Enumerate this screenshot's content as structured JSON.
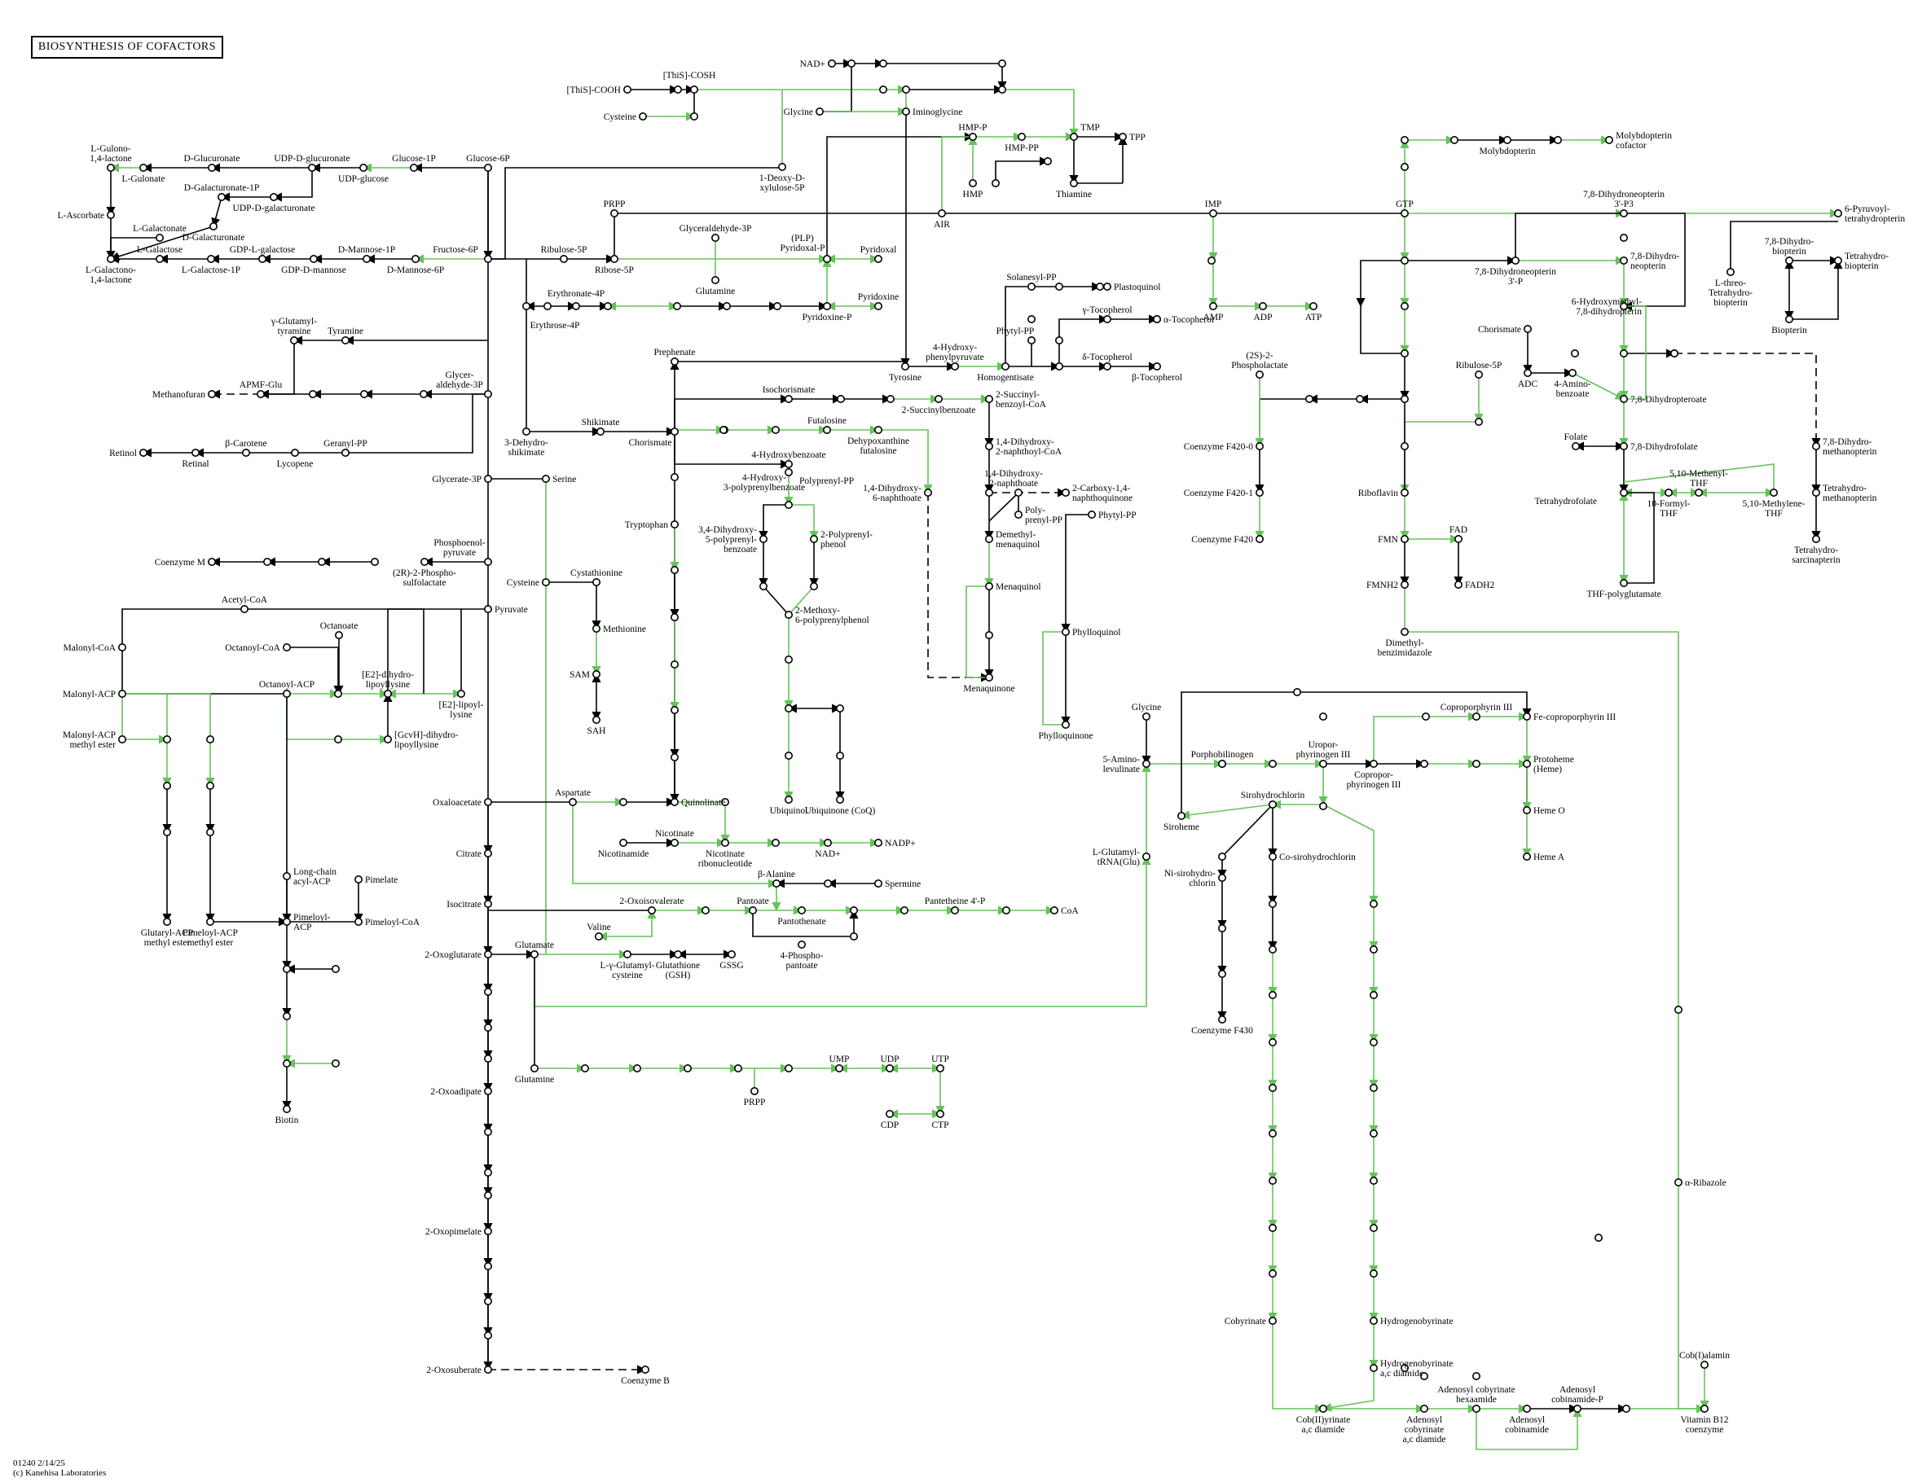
{
  "map": {
    "title": "BIOSYNTHESIS OF COFACTORS",
    "footer_line1": "01240 2/14/25",
    "footer_line2": "(c) Kanehisa Laboratories",
    "colors": {
      "enzyme_present": "#66c25a",
      "reaction": "#000000",
      "node_fill": "#ffffff"
    }
  },
  "nodes": [
    {
      "id": "thiscooh",
      "label": "[ThiS]-COOH"
    },
    {
      "id": "thiscosh",
      "label": "[ThiS]-COSH"
    },
    {
      "id": "cysteine_top",
      "label": "Cysteine"
    },
    {
      "id": "nad_top",
      "label": "NAD+"
    },
    {
      "id": "glycine_top",
      "label": "Glycine"
    },
    {
      "id": "iminoglycine",
      "label": "Iminoglycine"
    },
    {
      "id": "hmpp",
      "label": "HMP-P"
    },
    {
      "id": "hmppp",
      "label": "HMP-PP"
    },
    {
      "id": "hmp",
      "label": "HMP"
    },
    {
      "id": "tmp",
      "label": "TMP"
    },
    {
      "id": "tpp",
      "label": "TPP"
    },
    {
      "id": "thiamine",
      "label": "Thiamine"
    },
    {
      "id": "air",
      "label": "AIR"
    },
    {
      "id": "deoxyxylulose",
      "label": "1-Deoxy-D-\nxylulose-5P"
    },
    {
      "id": "lgulono",
      "label": "L-Gulono-\n1,4-lactone"
    },
    {
      "id": "lgulonate",
      "label": "L-Gulonate"
    },
    {
      "id": "dglucuronate",
      "label": "D-Glucuronate"
    },
    {
      "id": "udpglucuronate",
      "label": "UDP-D-glucuronate"
    },
    {
      "id": "udpglucose",
      "label": "UDP-glucose"
    },
    {
      "id": "glucose1p",
      "label": "Glucose-1P"
    },
    {
      "id": "glucose6p",
      "label": "Glucose-6P"
    },
    {
      "id": "dgalacturonate1p",
      "label": "D-Galacturonate-1P"
    },
    {
      "id": "udpgalacturonate",
      "label": "UDP-D-galacturonate"
    },
    {
      "id": "dgalacturonate",
      "label": "D-Galacturonate"
    },
    {
      "id": "lascorbate",
      "label": "L-Ascorbate"
    },
    {
      "id": "lgalactonate",
      "label": "L-Galactonate"
    },
    {
      "id": "lgalactose",
      "label": "L-Galactose"
    },
    {
      "id": "gdplgalactose",
      "label": "GDP-L-galactose"
    },
    {
      "id": "lgalactono",
      "label": "L-Galactono-\n1,4-lactone"
    },
    {
      "id": "lgalactose1p",
      "label": "L-Galactose-1P"
    },
    {
      "id": "gdpdmannose",
      "label": "GDP-D-mannose"
    },
    {
      "id": "dmannose1p",
      "label": "D-Mannose-1P"
    },
    {
      "id": "dmannose6p",
      "label": "D-Mannose-6P"
    },
    {
      "id": "fructose6p",
      "label": "Fructose-6P"
    },
    {
      "id": "prpp_top",
      "label": "PRPP"
    },
    {
      "id": "ribulose5p",
      "label": "Ribulose-5P"
    },
    {
      "id": "ribose5p",
      "label": "Ribose-5P"
    },
    {
      "id": "glyceraldehyde3p",
      "label": "Glyceraldehyde-3P"
    },
    {
      "id": "pyridoxal5p",
      "label": "(PLP)\nPyridoxal-P"
    },
    {
      "id": "pyridoxal",
      "label": "Pyridoxal"
    },
    {
      "id": "glutamine_top",
      "label": "Glutamine"
    },
    {
      "id": "erythronate4p",
      "label": "Erythronate-4P"
    },
    {
      "id": "erythrose4p",
      "label": "Erythrose-4P"
    },
    {
      "id": "pyridoxine",
      "label": "Pyridoxine"
    },
    {
      "id": "pyridoxinep",
      "label": "Pyridoxine-P"
    },
    {
      "id": "imp",
      "label": "IMP"
    },
    {
      "id": "gtp",
      "label": "GTP"
    },
    {
      "id": "molybdopterin",
      "label": "Molybdopterin"
    },
    {
      "id": "molybdocofactor",
      "label": "Molybdopterin\ncofactor"
    },
    {
      "id": "dhnp3p",
      "label": "7,8-Dihydroneopterin\n3'-P3"
    },
    {
      "id": "pyruvoyl",
      "label": "6-Pyruvoyl-\ntetrahydropterin"
    },
    {
      "id": "dhnp3p1",
      "label": "7,8-Dihydroneopterin\n3'-P"
    },
    {
      "id": "dhneopterin",
      "label": "7,8-Dihydro-\nneopterin"
    },
    {
      "id": "hmdhp",
      "label": "6-Hydroxymethyl-\n7,8-dihydropterin"
    },
    {
      "id": "dhbiopterin",
      "label": "7,8-Dihydro-\nbiopterin"
    },
    {
      "id": "thbiopterin",
      "label": "Tetrahydro-\nbiopterin"
    },
    {
      "id": "lthreo",
      "label": "L-threo-\nTetrahydro-\nbiopterin"
    },
    {
      "id": "biopterin",
      "label": "Biopterin"
    },
    {
      "id": "chorismate_r",
      "label": "Chorismate"
    },
    {
      "id": "adc",
      "label": "ADC"
    },
    {
      "id": "aminobenzoate",
      "label": "4-Amino-\nbenzoate"
    },
    {
      "id": "dhpteroate",
      "label": "7,8-Dihydropteroate"
    },
    {
      "id": "folate",
      "label": "Folate"
    },
    {
      "id": "dhfolate",
      "label": "7,8-Dihydrofolate"
    },
    {
      "id": "thf",
      "label": "Tetrahydrofolate"
    },
    {
      "id": "methenylthf",
      "label": "5,10-Methenyl-\nTHF"
    },
    {
      "id": "formylthf",
      "label": "10-Formyl-\nTHF"
    },
    {
      "id": "methylenethf",
      "label": "5,10-Methylene-\nTHF"
    },
    {
      "id": "thfpolyglu",
      "label": "THF-polyglutamate"
    },
    {
      "id": "dhmethanopterin",
      "label": "7,8-Dihydro-\nmethanopterin"
    },
    {
      "id": "thmethanopterin",
      "label": "Tetrahydro-\nmethanopterin"
    },
    {
      "id": "thsarcinapterin",
      "label": "Tetrahydro-\nsarcinapterin"
    },
    {
      "id": "amp",
      "label": "AMP"
    },
    {
      "id": "adp",
      "label": "ADP"
    },
    {
      "id": "atp",
      "label": "ATP"
    },
    {
      "id": "phospholactate",
      "label": "(2S)-2-\nPhospholactate"
    },
    {
      "id": "f4200",
      "label": "Coenzyme F420-0"
    },
    {
      "id": "f4201",
      "label": "Coenzyme F420-1"
    },
    {
      "id": "f420",
      "label": "Coenzyme F420"
    },
    {
      "id": "ribulose5p_r",
      "label": "Ribulose-5P"
    },
    {
      "id": "riboflavin",
      "label": "Riboflavin"
    },
    {
      "id": "fmn",
      "label": "FMN"
    },
    {
      "id": "fad",
      "label": "FAD"
    },
    {
      "id": "fmnh2",
      "label": "FMNH2"
    },
    {
      "id": "fadh2",
      "label": "FADH2"
    },
    {
      "id": "dmb",
      "label": "Dimethyl-\nbenzimidazole"
    },
    {
      "id": "gammaglutyr",
      "label": "γ-Glutamyl-\ntyramine"
    },
    {
      "id": "tyramine",
      "label": "Tyramine"
    },
    {
      "id": "methanofuran",
      "label": "Methanofuran"
    },
    {
      "id": "apmfglu",
      "label": "APMF-Glu"
    },
    {
      "id": "glyceraldehyde3p_l",
      "label": "Glycer-\naldehyde-3P"
    },
    {
      "id": "retinol",
      "label": "Retinol"
    },
    {
      "id": "retinal",
      "label": "Retinal"
    },
    {
      "id": "betacarotene",
      "label": "β-Carotene"
    },
    {
      "id": "lycopene",
      "label": "Lycopene"
    },
    {
      "id": "geranylpp",
      "label": "Geranyl-PP"
    },
    {
      "id": "dehydroshikimate",
      "label": "3-Dehydro-\nshikimate"
    },
    {
      "id": "shikimate",
      "label": "Shikimate"
    },
    {
      "id": "chorismate",
      "label": "Chorismate"
    },
    {
      "id": "prephenate",
      "label": "Prephenate"
    },
    {
      "id": "tyrosine",
      "label": "Tyrosine"
    },
    {
      "id": "hpp",
      "label": "4-Hydroxy-\nphenylpyruvate"
    },
    {
      "id": "homogentisate",
      "label": "Homogentisate"
    },
    {
      "id": "solanesylpp",
      "label": "Solanesyl-PP"
    },
    {
      "id": "plastoquinol",
      "label": "Plastoquinol"
    },
    {
      "id": "phytylpp",
      "label": "Phytyl-PP"
    },
    {
      "id": "gtoco",
      "label": "γ-Tocopherol"
    },
    {
      "id": "atoco",
      "label": "α-Tocopherol"
    },
    {
      "id": "dtoco",
      "label": "δ-Tocopherol"
    },
    {
      "id": "btoco",
      "label": "β-Tocopherol"
    },
    {
      "id": "isochorismate",
      "label": "Isochorismate"
    },
    {
      "id": "succinylbenzoate",
      "label": "2-Succinylbenzoate"
    },
    {
      "id": "succinylbenzoylcoa",
      "label": "2-Succinyl-\nbenzoyl-CoA"
    },
    {
      "id": "futalosine",
      "label": "Futalosine"
    },
    {
      "id": "dehypoxanthine",
      "label": "Dehypoxanthine\nfutalosine"
    },
    {
      "id": "dhnacoa",
      "label": "1,4-Dihydroxy-\n2-naphthoyl-CoA"
    },
    {
      "id": "dhna",
      "label": "1,4-Dihydroxy-\n2-naphthoate"
    },
    {
      "id": "dhna2",
      "label": "1,4-Dihydroxy-\n6-naphthoate"
    },
    {
      "id": "carboxynq",
      "label": "2-Carboxy-1,4-\nnaphthoquinone"
    },
    {
      "id": "polyprenylpp2",
      "label": "Poly-\nprenyl-PP"
    },
    {
      "id": "phytylpp2",
      "label": "Phytyl-PP"
    },
    {
      "id": "demethylmq",
      "label": "Demethyl-\nmenaquinol"
    },
    {
      "id": "menaquinol",
      "label": "Menaquinol"
    },
    {
      "id": "menaquinone",
      "label": "Menaquinone"
    },
    {
      "id": "phylloquinol",
      "label": "Phylloquinol"
    },
    {
      "id": "phylloquinone",
      "label": "Phylloquinone"
    },
    {
      "id": "hydroxybenzoate",
      "label": "4-Hydroxybenzoate"
    },
    {
      "id": "polyprenylpp",
      "label": "Polyprenyl-PP"
    },
    {
      "id": "hpbenzoate",
      "label": "4-Hydroxy-\n3-polyprenylbenzoate"
    },
    {
      "id": "dhpbenzoate",
      "label": "3,4-Dihydroxy-\n5-polyprenyl-\nbenzoate"
    },
    {
      "id": "polyprenylphenol",
      "label": "2-Polyprenyl-\nphenol"
    },
    {
      "id": "methoxypp",
      "label": "2-Methoxy-\n6-polyprenylphenol"
    },
    {
      "id": "ubiquinol",
      "label": "Ubiquinol"
    },
    {
      "id": "ubiquinone",
      "label": "Ubiquinone (CoQ)"
    },
    {
      "id": "tryptophan",
      "label": "Tryptophan"
    },
    {
      "id": "glycerate3p",
      "label": "Glycerate-3P"
    },
    {
      "id": "serine",
      "label": "Serine"
    },
    {
      "id": "pep",
      "label": "Phosphoenol-\npyruvate"
    },
    {
      "id": "phosphosulfolactate",
      "label": "(2R)-2-Phospho-\nsulfolactate"
    },
    {
      "id": "coenzymem",
      "label": "Coenzyme M"
    },
    {
      "id": "cysteine",
      "label": "Cysteine"
    },
    {
      "id": "cystathionine",
      "label": "Cystathionine"
    },
    {
      "id": "methionine",
      "label": "Methionine"
    },
    {
      "id": "sam",
      "label": "SAM"
    },
    {
      "id": "sah",
      "label": "SAH"
    },
    {
      "id": "pyruvate",
      "label": "Pyruvate"
    },
    {
      "id": "acetylcoa",
      "label": "Acetyl-CoA"
    },
    {
      "id": "malonylcoa",
      "label": "Malonyl-CoA"
    },
    {
      "id": "malonylacp",
      "label": "Malonyl-ACP"
    },
    {
      "id": "malonylacpme",
      "label": "Malonyl-ACP\nmethyl ester"
    },
    {
      "id": "octanoylcoa",
      "label": "Octanoyl-CoA"
    },
    {
      "id": "octanoate",
      "label": "Octanoate"
    },
    {
      "id": "octanoylacp",
      "label": "Octanoyl-ACP"
    },
    {
      "id": "e2dihydrolipoyl",
      "label": "[E2]-dihydro-\nlipoyllysine"
    },
    {
      "id": "e2lipoyl",
      "label": "[E2]-lipoyl-\nlysine"
    },
    {
      "id": "gcvh",
      "label": "[GcvH]-dihydro-\nlipoyllysine"
    },
    {
      "id": "glutarylacp",
      "label": "Glutaryl-ACP\nmethyl ester"
    },
    {
      "id": "pimeloylacpme",
      "label": "Pimeloyl-ACP\nmethyl ester"
    },
    {
      "id": "longchainacp",
      "label": "Long-chain\nacyl-ACP"
    },
    {
      "id": "pimelate",
      "label": "Pimelate"
    },
    {
      "id": "pimeloylacp",
      "label": "Pimeloyl-\nACP"
    },
    {
      "id": "pimeloylcoa",
      "label": "Pimeloyl-CoA"
    },
    {
      "id": "biotin",
      "label": "Biotin"
    },
    {
      "id": "oxaloacetate",
      "label": "Oxaloacetate"
    },
    {
      "id": "aspartate",
      "label": "Aspartate"
    },
    {
      "id": "quinolinate",
      "label": "Quinolinate"
    },
    {
      "id": "nicotinate",
      "label": "Nicotinate"
    },
    {
      "id": "nicotinamide",
      "label": "Nicotinamide"
    },
    {
      "id": "namn",
      "label": "Nicotinate\nribonucleotide"
    },
    {
      "id": "nad",
      "label": "NAD+"
    },
    {
      "id": "nadp",
      "label": "NADP+"
    },
    {
      "id": "citrate",
      "label": "Citrate"
    },
    {
      "id": "isocitrate",
      "label": "Isocitrate"
    },
    {
      "id": "oxoglutarate",
      "label": "2-Oxoglutarate"
    },
    {
      "id": "glutamate",
      "label": "Glutamate"
    },
    {
      "id": "betaalanine",
      "label": "β-Alanine"
    },
    {
      "id": "spermine",
      "label": "Spermine"
    },
    {
      "id": "oxoisovalerate",
      "label": "2-Oxoisovalerate"
    },
    {
      "id": "pantoate",
      "label": "Pantoate"
    },
    {
      "id": "pantothenate",
      "label": "Pantothenate"
    },
    {
      "id": "phosphopantoate",
      "label": "4-Phospho-\npantoate"
    },
    {
      "id": "pantetheine",
      "label": "Pantetheine 4'-P"
    },
    {
      "id": "coa",
      "label": "CoA"
    },
    {
      "id": "valine",
      "label": "Valine"
    },
    {
      "id": "lgammaglucys",
      "label": "L-γ-Glutamyl-\ncysteine"
    },
    {
      "id": "gsh",
      "label": "Glutathione\n(GSH)"
    },
    {
      "id": "gssg",
      "label": "GSSG"
    },
    {
      "id": "oxoadipate",
      "label": "2-Oxoadipate"
    },
    {
      "id": "oxopimelate",
      "label": "2-Oxopimelate"
    },
    {
      "id": "oxosuberate",
      "label": "2-Oxosuberate"
    },
    {
      "id": "coenzymeb",
      "label": "Coenzyme B"
    },
    {
      "id": "glutamine_bot",
      "label": "Glutamine"
    },
    {
      "id": "prpp_bot",
      "label": "PRPP"
    },
    {
      "id": "ump",
      "label": "UMP"
    },
    {
      "id": "udp",
      "label": "UDP"
    },
    {
      "id": "utp",
      "label": "UTP"
    },
    {
      "id": "cdp",
      "label": "CDP"
    },
    {
      "id": "ctp",
      "label": "CTP"
    },
    {
      "id": "glycine_r",
      "label": "Glycine"
    },
    {
      "id": "ala5",
      "label": "5-Amino-\nlevulinate"
    },
    {
      "id": "ltrna",
      "label": "L-Glutamyl-\ntRNA(Glu)"
    },
    {
      "id": "porphobilinogen",
      "label": "Porphobilinogen"
    },
    {
      "id": "uroporphyrinogen",
      "label": "Uropor-\nphyrinogen III"
    },
    {
      "id": "coproporphyrinogen",
      "label": "Copropor-\nphyrinogen III"
    },
    {
      "id": "coproporphyrin",
      "label": "Coproporphyrin III"
    },
    {
      "id": "fecoproporphyrin",
      "label": "Fe-coproporphyrin III"
    },
    {
      "id": "protoheme",
      "label": "Protoheme\n(Heme)"
    },
    {
      "id": "hemeo",
      "label": "Heme O"
    },
    {
      "id": "hemea",
      "label": "Heme A"
    },
    {
      "id": "siroheme",
      "label": "Siroheme"
    },
    {
      "id": "sirohydrochlorin",
      "label": "Sirohydrochlorin"
    },
    {
      "id": "nisirohydrochlorin",
      "label": "Ni-sirohydro-\nchlorin"
    },
    {
      "id": "cosirohydrochlorin",
      "label": "Co-sirohydrochlorin"
    },
    {
      "id": "f430",
      "label": "Coenzyme F430"
    },
    {
      "id": "cobyrinate",
      "label": "Cobyrinate"
    },
    {
      "id": "hydrogenobyrinate",
      "label": "Hydrogenobyrinate"
    },
    {
      "id": "hydrogenobyrinatediamide",
      "label": "Hydrogenobyrinate\na,c diamide"
    },
    {
      "id": "cobiirinate",
      "label": "Cob(II)yrinate\na,c diamide"
    },
    {
      "id": "adocobyrinatehex",
      "label": "Adenosyl cobyrinate\nhexaamide"
    },
    {
      "id": "adocobyrinatediamide",
      "label": "Adenosyl\ncobyrinate\na,c diamide"
    },
    {
      "id": "adocobinamide",
      "label": "Adenosyl\ncobinamide"
    },
    {
      "id": "adocobinamidep",
      "label": "Adenosyl\ncobinamide-P"
    },
    {
      "id": "alpharibazole",
      "label": "α-Ribazole"
    },
    {
      "id": "cobialamin",
      "label": "Cob(I)alamin"
    },
    {
      "id": "vitb12",
      "label": "Vitamin B12\ncoenzyme"
    }
  ]
}
